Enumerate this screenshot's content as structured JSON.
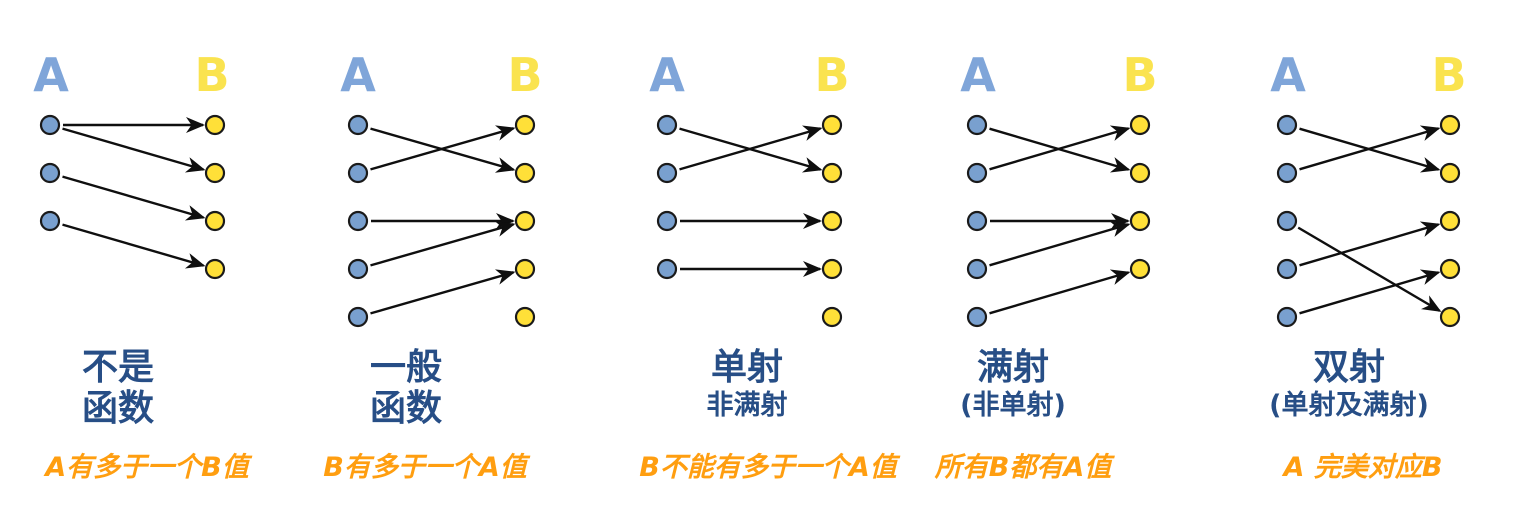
{
  "page": {
    "background": "#ffffff"
  },
  "colors": {
    "set_a": "#7FA5D9",
    "set_b": "#FAE34F",
    "dot_a_fill": "#79A0CF",
    "dot_b_fill": "#FFE038",
    "dot_stroke": "#1a1a1a",
    "arrow": "#0f0f0f",
    "title": "#274E86",
    "subtitle": "#FF9E10"
  },
  "diagram_data": {
    "type": "set-mapping-diagram",
    "description_visible": false,
    "row_count_note": "dots are evenly spaced rows top to bottom"
  },
  "panels": [
    {
      "name": "not-a-function",
      "set_a_label": "A",
      "set_b_label": "B",
      "a_dots": 3,
      "b_dots": 4,
      "mappings": [
        [
          0,
          0
        ],
        [
          0,
          1
        ],
        [
          1,
          2
        ],
        [
          2,
          3
        ]
      ],
      "title_line1": "不是",
      "title_line2": "函数",
      "subtitle": "A有多于一个B值"
    },
    {
      "name": "general-function",
      "set_a_label": "A",
      "set_b_label": "B",
      "a_dots": 5,
      "b_dots": 5,
      "mappings": [
        [
          0,
          1
        ],
        [
          1,
          0
        ],
        [
          2,
          2
        ],
        [
          3,
          2
        ],
        [
          4,
          3
        ]
      ],
      "title_line1": "一般",
      "title_line2": "函数",
      "subtitle": "B有多于一个A值"
    },
    {
      "name": "injection-not-surjection",
      "set_a_label": "A",
      "set_b_label": "B",
      "a_dots": 4,
      "b_dots": 5,
      "mappings": [
        [
          0,
          1
        ],
        [
          1,
          0
        ],
        [
          2,
          2
        ],
        [
          3,
          3
        ]
      ],
      "title_line1": "单射",
      "title_line2": "非满射",
      "subtitle": "B不能有多于一个A值"
    },
    {
      "name": "surjection-not-injection",
      "set_a_label": "A",
      "set_b_label": "B",
      "a_dots": 5,
      "b_dots": 4,
      "mappings": [
        [
          0,
          1
        ],
        [
          1,
          0
        ],
        [
          2,
          2
        ],
        [
          3,
          2
        ],
        [
          4,
          3
        ]
      ],
      "title_line1": "满射",
      "title_line2": "(非单射)",
      "subtitle": "所有B都有A值"
    },
    {
      "name": "bijection",
      "set_a_label": "A",
      "set_b_label": "B",
      "a_dots": 5,
      "b_dots": 5,
      "mappings": [
        [
          0,
          1
        ],
        [
          1,
          0
        ],
        [
          2,
          4
        ],
        [
          3,
          2
        ],
        [
          4,
          3
        ]
      ],
      "title_line1": "双射",
      "title_line2": "(单射及满射)",
      "subtitle": "A 完美对应B"
    }
  ]
}
